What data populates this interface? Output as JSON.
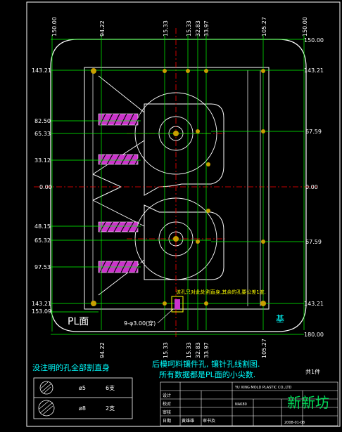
{
  "drawing": {
    "colors": {
      "background": "#000000",
      "outline": "#ffffff",
      "dimension": "#00ff00",
      "centerline": "#ff0000",
      "hatch": "#cc33cc",
      "hole": "#c8a000",
      "note": "#ffff00",
      "label": "#00ffff"
    },
    "top_dims": [
      "150.00",
      "94.22",
      "15.33",
      "15.33",
      "32.83",
      "33.97",
      "105.27",
      "150.00"
    ],
    "bottom_dims": [
      "94.22",
      "15.33",
      "15.33",
      "32.83",
      "33.97",
      "105.27"
    ],
    "left_dims": [
      "143.21",
      "82.50",
      "65.33",
      "33.12",
      "0.00",
      "48.15",
      "65.32",
      "97.53",
      "143.21",
      "153.09"
    ],
    "right_dims": [
      "150.00",
      "143.21",
      "67.59",
      "0.00",
      "67.59",
      "143.21",
      "180.00"
    ],
    "face_label": "PL面",
    "base_label": "基",
    "hole_callout": "9-φ3.00(穿)",
    "top_note": "150.00",
    "note_inner": "该孔只对此处割直身,其余的孔要公差1度.",
    "notes": {
      "note1": "没注明的孔全部割直身",
      "note2": "后模呵料镶件孔, 镶针孔线割图.",
      "note3": "所有数据都是PL面的小尖数.",
      "qty": "共1件"
    },
    "legend": [
      {
        "label": "ø5",
        "count": "6支"
      },
      {
        "label": "ø8",
        "count": "2支"
      }
    ],
    "title_block": {
      "company": "YU XING MOLD PLASTIC CO.,LTD",
      "material": "NAK80",
      "date": "2008-01-08",
      "row_labels": [
        "设计",
        "校对",
        "审核",
        "日期"
      ],
      "checker": "黄雄雄",
      "approver": "审书及"
    },
    "watermark": "新新坊"
  }
}
